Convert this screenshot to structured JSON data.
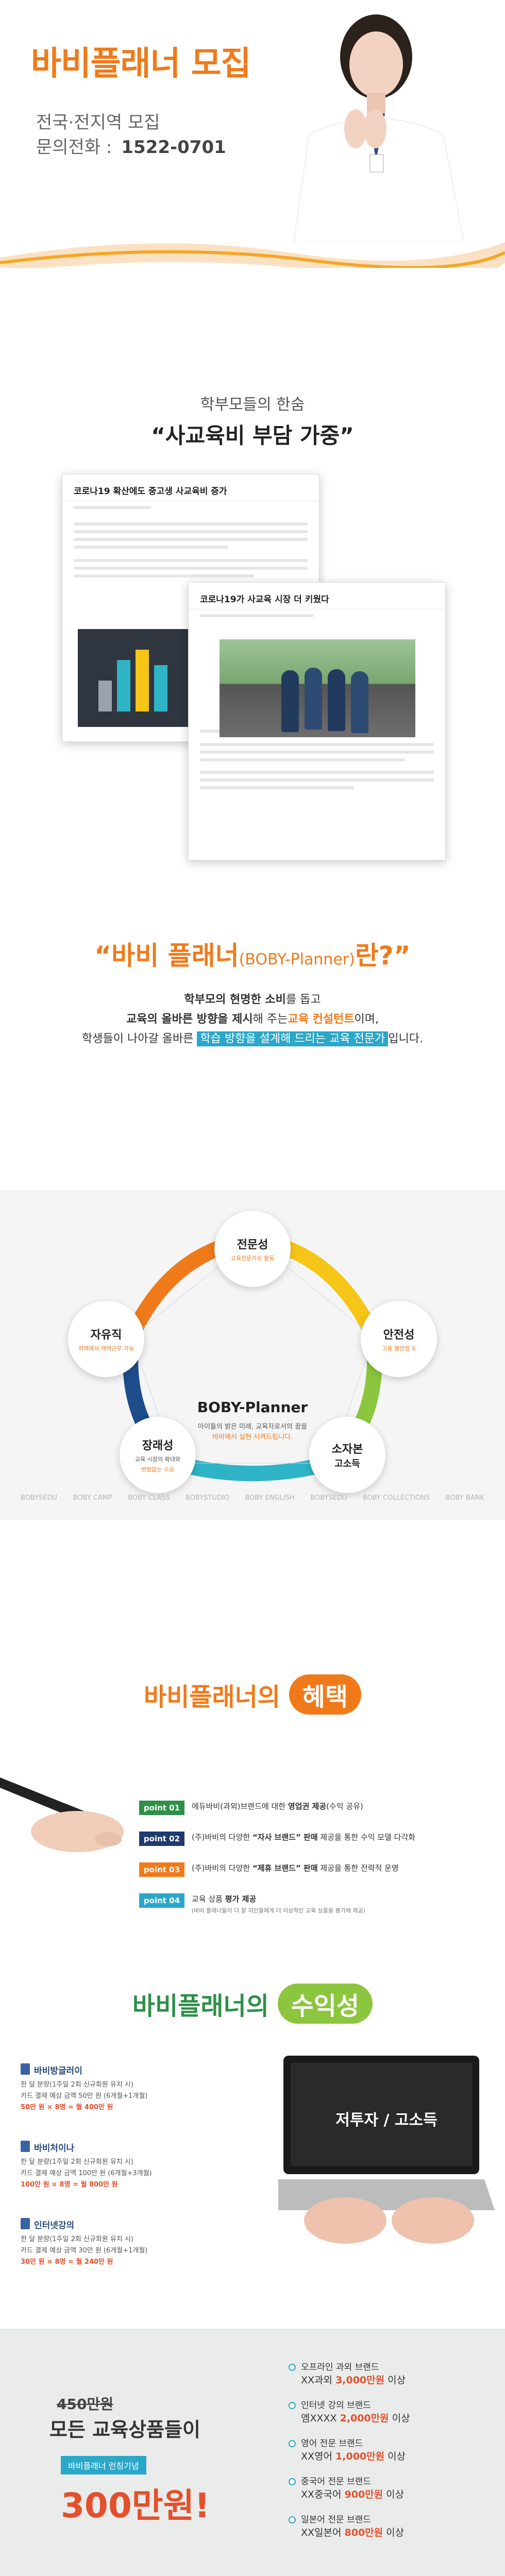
{
  "hero": {
    "title": "바비플래너 모집",
    "line1": "전국·전지역 모집",
    "phone_label": "문의전화 :",
    "phone": "1522-0701"
  },
  "news": {
    "subtitle": "학부모들의 한숨",
    "headline": "“사교육비 부담 가중”",
    "card1_title": "코로나19 확산에도 중고생 사교육비 증가",
    "card2_title": "코로나19가 사교육 시장 더 키웠다"
  },
  "intro": {
    "title_a": "“바비 플래너",
    "title_en": "(BOBY-Planner)",
    "title_b": "란?”",
    "p1_a": "학부모의 현명한 소비",
    "p1_b": "를 돕고",
    "p2_a": "교육의 올바른 방향을 제시",
    "p2_b": "해 주는",
    "p2_c": "교육 컨설턴트",
    "p2_d": "이며,",
    "p3_a": "학생들이 나아갈 올바른",
    "p3_b": "학습 방향을 설계해 드리는 교육 전문가",
    "p3_c": "입니다."
  },
  "diagram": {
    "center_title": "BOBY-Planner",
    "center_sub1": "아이들의 밝은 미래, 교육자로서의 꿈을",
    "center_sub2": "바비에서 실현 시켜드립니다.",
    "nodes": [
      {
        "title": "전문성",
        "sub": "교육전문가로 활동"
      },
      {
        "title": "안전성",
        "sub": "고용 불안정 X"
      },
      {
        "title": "소자본",
        "sub": "고소득"
      },
      {
        "title": "장래성",
        "sub": "교육 시장의 확대와"
      },
      {
        "title": "자유직",
        "sub": "자택에서 재택근무 가능"
      }
    ],
    "node_extra": "변함없는 수요",
    "logos": [
      "BOBYSEDU",
      "BOBY CAMP",
      "BOBY CLASS",
      "BOBYSTUDIO",
      "BOBY ENGLISH",
      "BOBYSEDU",
      "BOBY COLLECTIONS",
      "BOBY BANK"
    ]
  },
  "benefits": {
    "title_a": "바비플래너의",
    "title_b": "혜택",
    "points": [
      {
        "badge": "point 01",
        "text": "에듀바비(과외)브랜드에 대한",
        "bold": "영업권 제공",
        "tail": "(수익 공유)",
        "small": ""
      },
      {
        "badge": "point 02",
        "text": "(주)바비의 다양한",
        "bold": "“자사 브랜드” 판매",
        "tail": "제공을 통한 수익 모델 다각화",
        "small": ""
      },
      {
        "badge": "point 03",
        "text": "(주)바비의 다양한",
        "bold": "“제휴 브랜드” 판매",
        "tail": "제공을 통한 전략적 운영",
        "small": ""
      },
      {
        "badge": "point 04",
        "text": "교육 상품",
        "bold": "평가 제공",
        "tail": "",
        "small": "(바비 플래너들이 더 잘 지인들에게 더 이상적인 교육 상품을 평가해 제공)"
      }
    ]
  },
  "profit": {
    "title_a": "바비플래너의",
    "title_b": "수익성",
    "laptop_text": "저투자 / 고소득",
    "brands": [
      {
        "name": "바비방글러이",
        "l1": "한 달 분량(1주일 2회 신규회원 유치 시)",
        "l2": "카드 결제 예상 금액 50만 원 (6개월+1개월)",
        "l3": "50만 원 × 8명 = 월 400만 원"
      },
      {
        "name": "바비처이나",
        "l1": "한 달 분량(1주일 2회 신규회원 유치 시)",
        "l2": "카드 결제 예상 금액 100만 원 (6개월+3개월)",
        "l3": "100만 원 × 8명 = 월 800만 원"
      },
      {
        "name": "인터넷강의",
        "l1": "한 달 분량(1주일 2회 신규회원 유치 시)",
        "l2": "카드 결제 예상 금액 30만 원 (6개월+1개월)",
        "l3": "30만 원 × 8명 = 월 240만 원"
      }
    ]
  },
  "footer": {
    "strike": "450만원",
    "all": "모든 교육상품들이",
    "kit": "바비플래너 런칭기념",
    "price": "300만원!",
    "items": [
      {
        "name": "오프라인 과외 브랜드",
        "a": "XX과외 ",
        "v": "3,000만원",
        "b": " 이상"
      },
      {
        "name": "인터넷 강의 브랜드",
        "a": "엠XXXX ",
        "v": "2,000만원",
        "b": " 이상"
      },
      {
        "name": "영어 전문 브랜드",
        "a": "XX영어 ",
        "v": "1,000만원",
        "b": " 이상"
      },
      {
        "name": "중국어 전문 브랜드",
        "a": "XX중국어 ",
        "v": "900만원",
        "b": " 이상"
      },
      {
        "name": "일본어 전문 브랜드",
        "a": "XX일본어 ",
        "v": "800만원",
        "b": " 이상"
      }
    ]
  }
}
